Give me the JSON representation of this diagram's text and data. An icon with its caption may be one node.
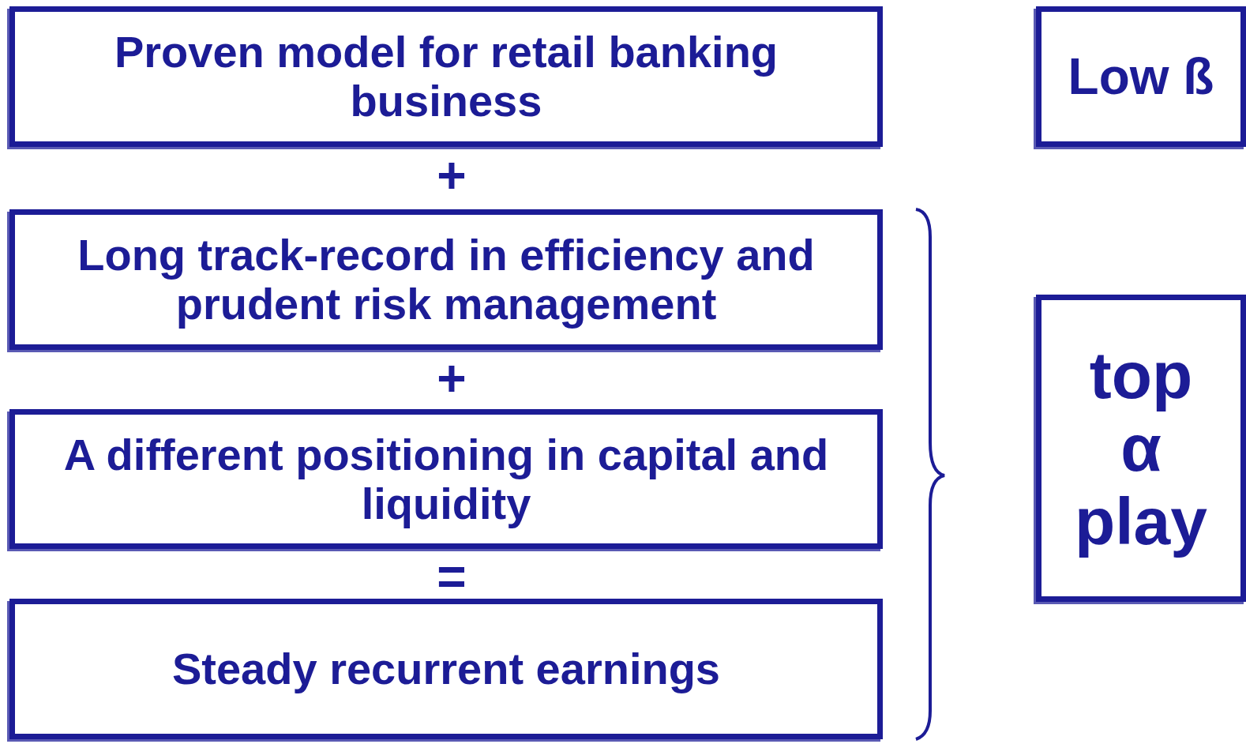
{
  "diagram": {
    "nodes": [
      {
        "text": [
          "Proven model for retail banking business"
        ]
      },
      {
        "text": [
          "Long track-record in efficiency and prudent risk management"
        ]
      },
      {
        "text": [
          "A different positioning in capital and liquidity"
        ]
      },
      {
        "text": [
          "Steady recurrent earnings"
        ]
      },
      {
        "text": [
          "Low ß"
        ]
      },
      {
        "text": [
          "top α play"
        ]
      }
    ],
    "edges": [],
    "labels": [
      "+",
      "+",
      "="
    ]
  }
}
